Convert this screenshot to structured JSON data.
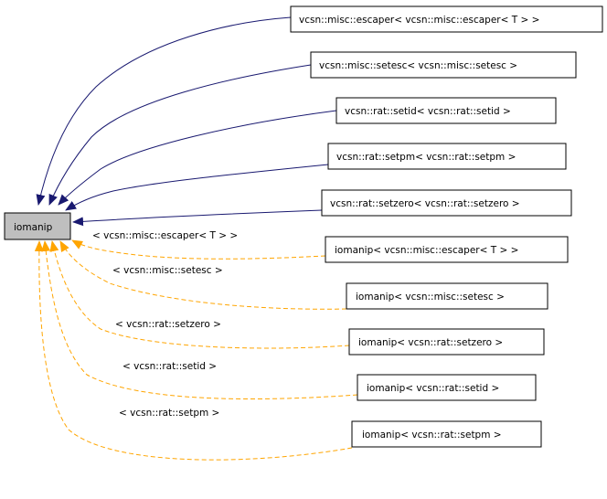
{
  "diagram": {
    "root": {
      "label": "iomanip"
    },
    "inherits_from": [
      {
        "label": "vcsn::misc::escaper< vcsn::misc::escaper< T > >"
      },
      {
        "label": "vcsn::misc::setesc< vcsn::misc::setesc >"
      },
      {
        "label": "vcsn::rat::setid< vcsn::rat::setid >"
      },
      {
        "label": "vcsn::rat::setpm< vcsn::rat::setpm >"
      },
      {
        "label": "vcsn::rat::setzero< vcsn::rat::setzero >"
      }
    ],
    "instantiations": [
      {
        "label": "iomanip< vcsn::misc::escaper< T > >",
        "edge_label": "< vcsn::misc::escaper< T > >"
      },
      {
        "label": "iomanip< vcsn::misc::setesc >",
        "edge_label": "< vcsn::misc::setesc >"
      },
      {
        "label": "iomanip< vcsn::rat::setzero >",
        "edge_label": "< vcsn::rat::setzero >"
      },
      {
        "label": "iomanip< vcsn::rat::setid >",
        "edge_label": "< vcsn::rat::setid >"
      },
      {
        "label": "iomanip< vcsn::rat::setpm >",
        "edge_label": "< vcsn::rat::setpm >"
      }
    ],
    "colors": {
      "inheritance_edge": "#191970",
      "template_edge": "#ffa500",
      "root_fill": "#bfbfbf",
      "node_fill": "#ffffff",
      "node_border": "#000000"
    }
  }
}
